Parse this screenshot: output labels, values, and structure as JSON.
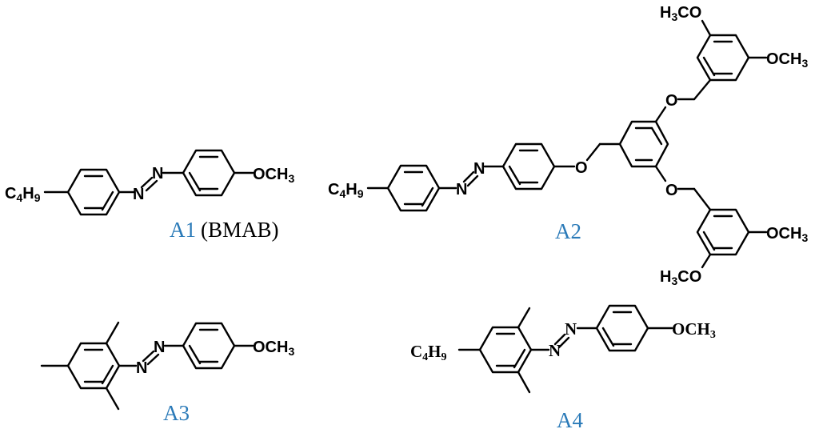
{
  "figure": {
    "accent_color": "#2a7ab8",
    "molecules": [
      {
        "id": "A1",
        "label": "A1",
        "extra": "(BMAB)",
        "substituents": {
          "left": "C4H9",
          "right": "OCH3"
        },
        "azo": "N=N"
      },
      {
        "id": "A2",
        "label": "A2",
        "substituents": {
          "left": "C4H9",
          "ether": "O",
          "methoxy": [
            "H3CO",
            "OCH3",
            "OCH3",
            "H3CO"
          ]
        },
        "azo": "N=N"
      },
      {
        "id": "A3",
        "label": "A3",
        "substituents": {
          "right": "OCH3"
        },
        "azo": "N=N"
      },
      {
        "id": "A4",
        "label": "A4",
        "substituents": {
          "left": "C4H9",
          "right": "OCH3"
        },
        "azo": "N=N"
      }
    ]
  }
}
